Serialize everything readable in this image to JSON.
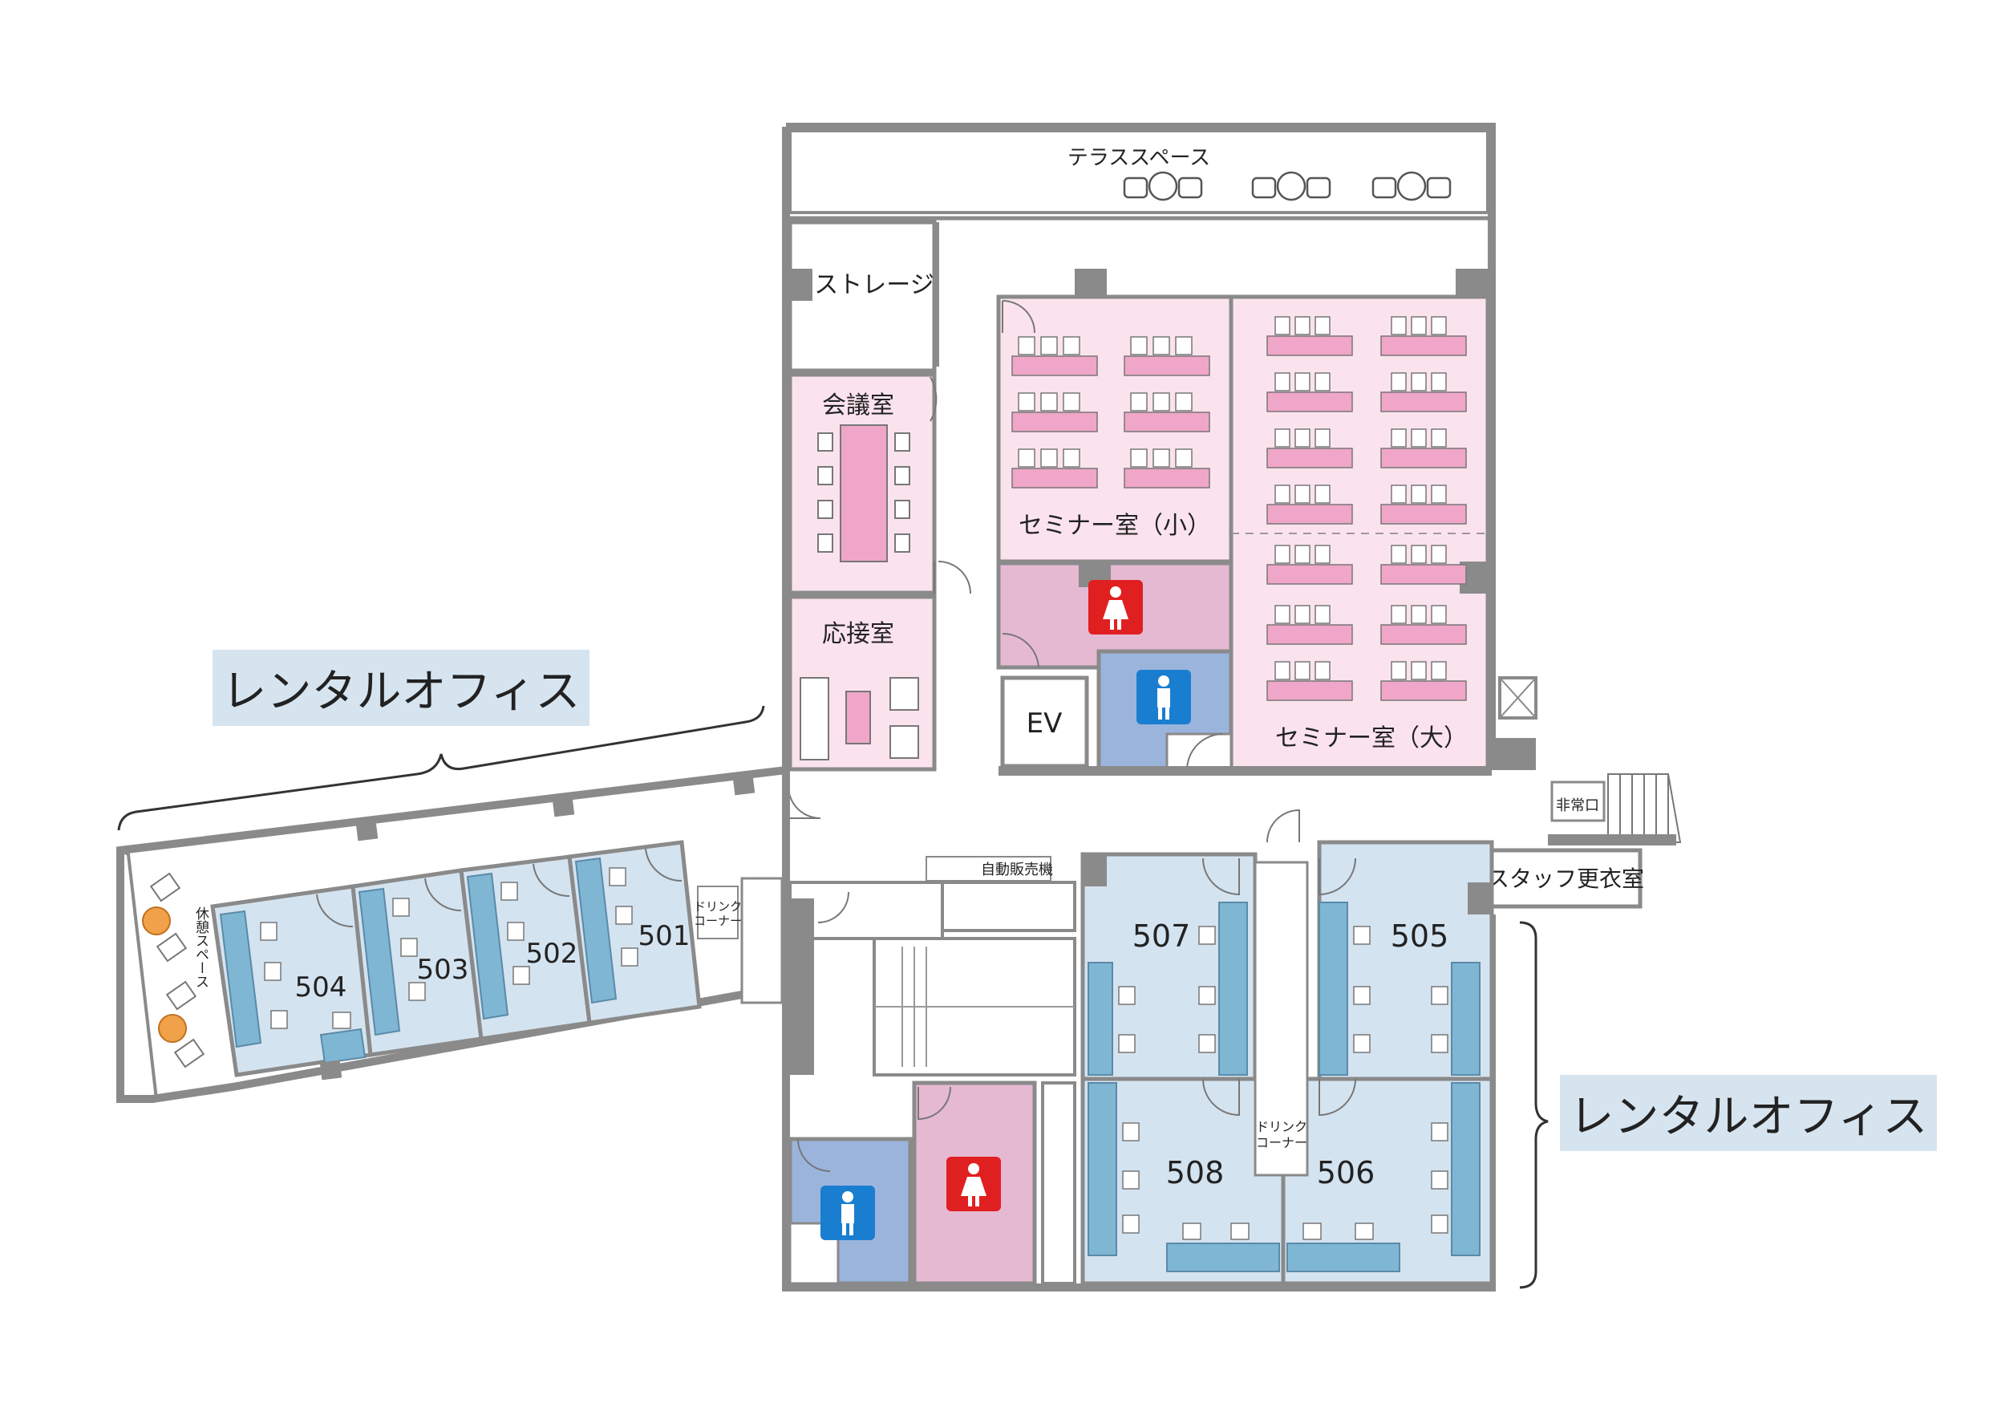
{
  "banners": {
    "left": "レンタルオフィス",
    "right": "レンタルオフィス"
  },
  "rooms": {
    "terrace": "テラススペース",
    "storage": "ストレージ",
    "meeting": "会議室",
    "reception": "応接室",
    "seminar_small": "セミナー室（小）",
    "seminar_large": "セミナー室（大）",
    "ev": "EV",
    "emergency_exit": "非常口",
    "staff_locker": "スタッフ更衣室",
    "vending": "自動販売機",
    "drink_corner_left": "ドリンク\nコーナー",
    "drink_corner_center": "ドリンク\nコーナー",
    "rest_space": "休憩スペース",
    "office_504": "504",
    "office_503": "503",
    "office_502": "502",
    "office_501": "501",
    "office_507": "507",
    "office_505": "505",
    "office_508": "508",
    "office_506": "506"
  },
  "colors": {
    "wall": "#8a8a8a",
    "pink_room": "#fbe3ee",
    "pink_desk": "#f0a6c8",
    "blue_room": "#d4e3f0",
    "blue_desk": "#7fb6d4",
    "women_wc": "#e6b9d2",
    "men_wc": "#9bb4dc",
    "women_icon": "#e02020",
    "men_icon": "#1a7ed0",
    "banner": "#d6e4f0"
  },
  "icons": [
    "women-restroom-icon",
    "men-restroom-icon"
  ]
}
